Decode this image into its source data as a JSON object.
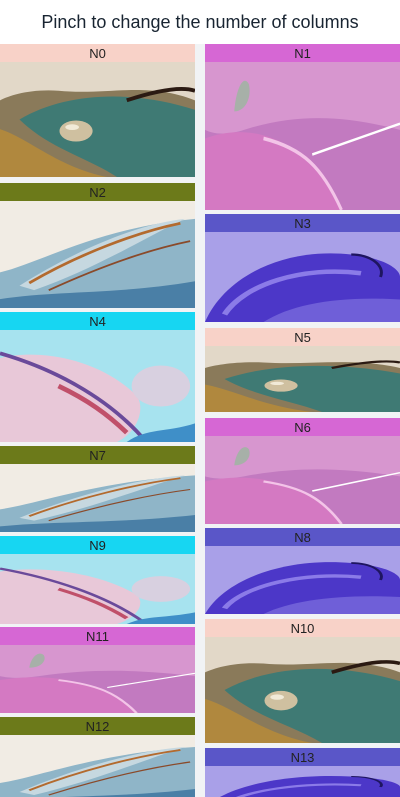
{
  "header": {
    "title": "Pinch to change the number of columns"
  },
  "items": [
    {
      "label": "N0",
      "header_color": "#f8d2c8",
      "theme": "sand"
    },
    {
      "label": "N1",
      "header_color": "#d667d4",
      "theme": "magenta"
    },
    {
      "label": "N2",
      "header_color": "#6c7a1a",
      "theme": "cream"
    },
    {
      "label": "N3",
      "header_color": "#5a56c8",
      "theme": "indigo"
    },
    {
      "label": "N4",
      "header_color": "#17d6f2",
      "theme": "aqua"
    },
    {
      "label": "N5",
      "header_color": "#f8d2c8",
      "theme": "sand"
    },
    {
      "label": "N7",
      "header_color": "#6c7a1a",
      "theme": "cream"
    },
    {
      "label": "N6",
      "header_color": "#d667d4",
      "theme": "magenta"
    },
    {
      "label": "N9",
      "header_color": "#17d6f2",
      "theme": "aqua"
    },
    {
      "label": "N8",
      "header_color": "#5a56c8",
      "theme": "indigo"
    },
    {
      "label": "N11",
      "header_color": "#d667d4",
      "theme": "magenta"
    },
    {
      "label": "N10",
      "header_color": "#f8d2c8",
      "theme": "sand"
    },
    {
      "label": "N12",
      "header_color": "#6c7a1a",
      "theme": "cream"
    },
    {
      "label": "N13",
      "header_color": "#5a56c8",
      "theme": "indigo"
    }
  ]
}
